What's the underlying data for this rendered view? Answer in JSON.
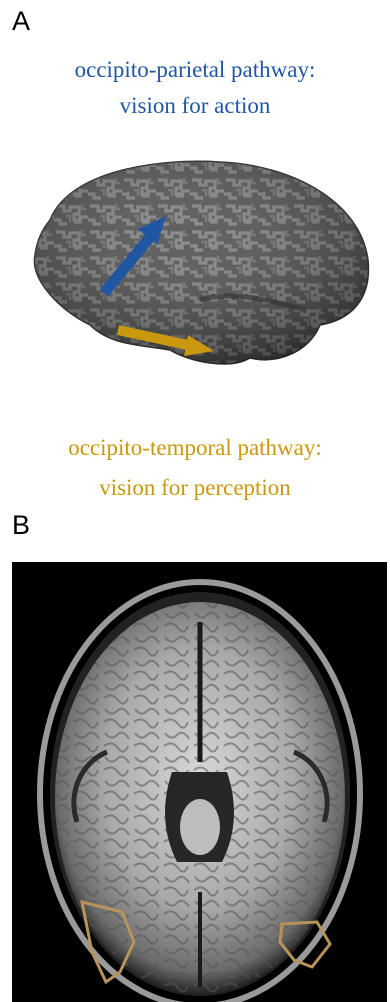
{
  "panels": {
    "a": {
      "letter": "A",
      "dorsal_caption": [
        "occipito-parietal pathway:",
        "vision for action"
      ],
      "ventral_caption": [
        "occipito-temporal pathway:",
        "vision for perception"
      ]
    },
    "b": {
      "letter": "B"
    }
  },
  "colors": {
    "dorsal": "#2156a3",
    "ventral": "#c9980f",
    "roi_outline": "#b8935a",
    "brain_base": "#4a4a4a",
    "brain_pattern": "#7a7a7a"
  }
}
